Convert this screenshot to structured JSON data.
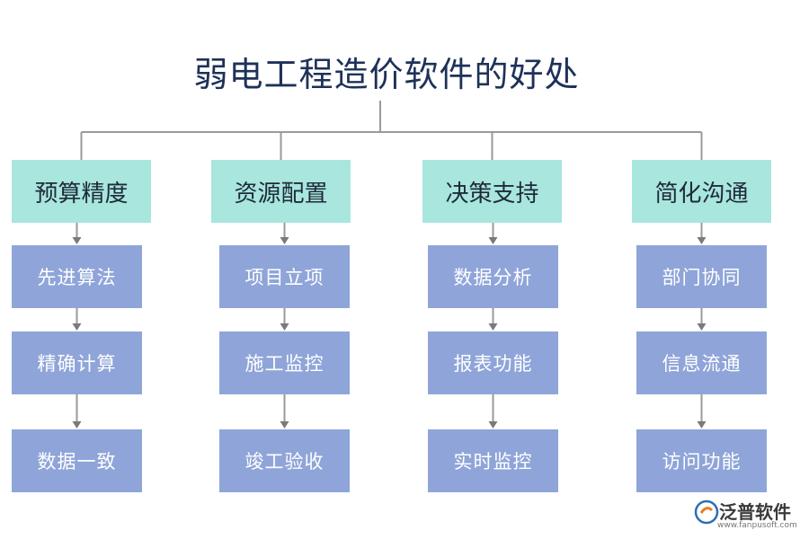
{
  "title": "弱电工程造价软件的好处",
  "colors": {
    "head": "#a8e6de",
    "box": "#8fa5d9",
    "line": "#9a9a9a",
    "title": "#1e3158"
  },
  "columns": [
    {
      "head": "预算精度",
      "items": [
        "先进算法",
        "精确计算",
        "数据一致"
      ]
    },
    {
      "head": "资源配置",
      "items": [
        "项目立项",
        "施工监控",
        "竣工验收"
      ]
    },
    {
      "head": "决策支持",
      "items": [
        "数据分析",
        "报表功能",
        "实时监控"
      ]
    },
    {
      "head": "简化沟通",
      "items": [
        "部门协同",
        "信息流通",
        "访问功能"
      ]
    }
  ],
  "logo": {
    "name": "泛普软件",
    "url": "www.fanpusoft.com"
  }
}
